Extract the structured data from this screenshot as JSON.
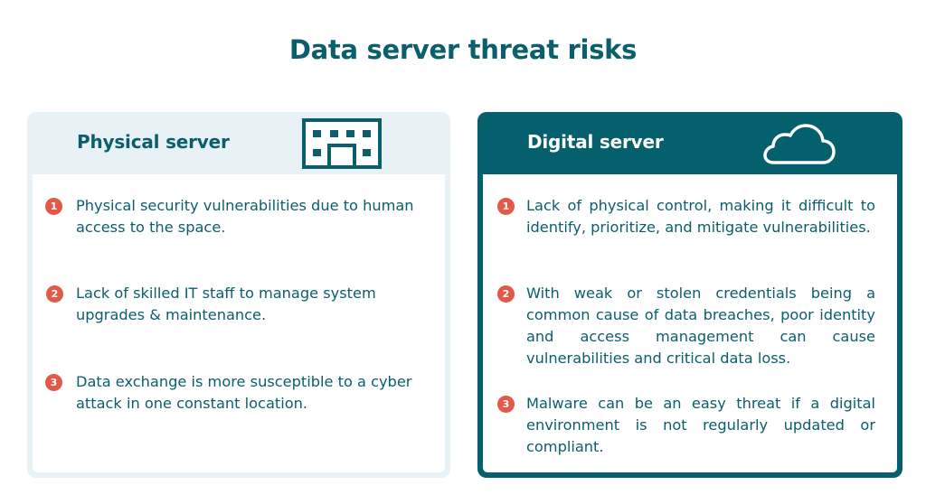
{
  "title": "Data server threat risks",
  "colors": {
    "primary": "#0b5e6b",
    "digital_bg": "#05606e",
    "physical_header_bg": "#e8f1f5",
    "badge": "#e2594a",
    "white": "#ffffff"
  },
  "cards": [
    {
      "title": "Physical server",
      "icon": "building-icon",
      "items": [
        {
          "number": "1",
          "text": "Physical security vulnerabilities due to human access to the space."
        },
        {
          "number": "2",
          "text": "Lack of skilled IT staff to manage system upgrades & maintenance."
        },
        {
          "number": "3",
          "text": "Data exchange is more susceptible to a cyber attack in one constant location."
        }
      ]
    },
    {
      "title": "Digital server",
      "icon": "cloud-icon",
      "items": [
        {
          "number": "1",
          "text": "Lack of physical control, making it difficult to identify, prioritize, and mitigate vulnerabilities."
        },
        {
          "number": "2",
          "text": "With weak or stolen credentials being a common cause of data breaches, poor identity and access management can cause vulnerabilities and critical data loss."
        },
        {
          "number": "3",
          "text": "Malware can be an easy threat if a digital environment is not regularly updated or compliant."
        }
      ]
    }
  ]
}
